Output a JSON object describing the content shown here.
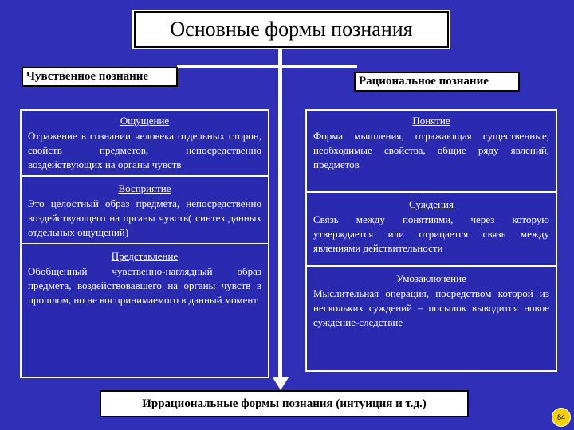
{
  "title": "Основные формы познания",
  "sensory": {
    "heading": "Чувственное познание",
    "items": [
      {
        "heading": "Ощущение",
        "text": "Отражение в сознании человека отдельных сторон, свойств предметов, непосредственно воздействующих на органы чувств"
      },
      {
        "heading": "Восприятие",
        "text": "Это целостный образ предмета, непосредственно воздействующего на органы чувств( синтез данных отдельных ощущений)"
      },
      {
        "heading": "Представление",
        "text": "Обобщенный чувственно-наглядный образ предмета, воздействовавшего на органы чувств в прошлом, но не воспринимаемого в данный момент"
      }
    ]
  },
  "rational": {
    "heading": "Рациональное познание",
    "items": [
      {
        "heading": "Понятие",
        "text": "Форма мышления, отражающая существенные, необходимые свойства, общие ряду явлений, предметов"
      },
      {
        "heading": "Суждения",
        "text": "Связь между понятиями, через которую утверждается или отрицается связь между явлениями действительности"
      },
      {
        "heading": "Умозаключение",
        "text": "Мыслительная операция, посредством которой из нескольких суждений – посылок выводится новое суждение-следствие"
      }
    ]
  },
  "irrational": "Иррациональные формы познания (интуиция и т.д.)",
  "page_number": "84"
}
